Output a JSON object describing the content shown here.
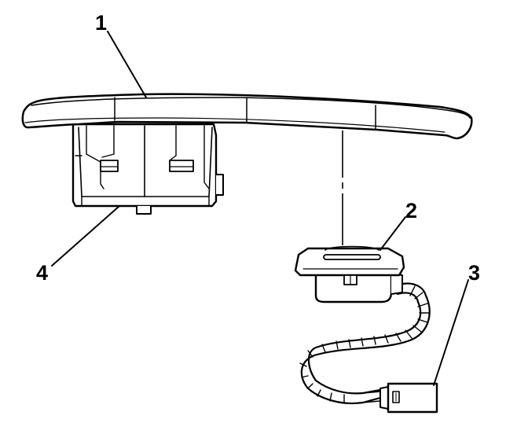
{
  "colors": {
    "line": "#000000",
    "fill": "#ffffff",
    "background": "#ffffff"
  },
  "callouts": [
    {
      "id": "1",
      "label": "1"
    },
    {
      "id": "2",
      "label": "2"
    },
    {
      "id": "3",
      "label": "3"
    },
    {
      "id": "4",
      "label": "4"
    }
  ]
}
